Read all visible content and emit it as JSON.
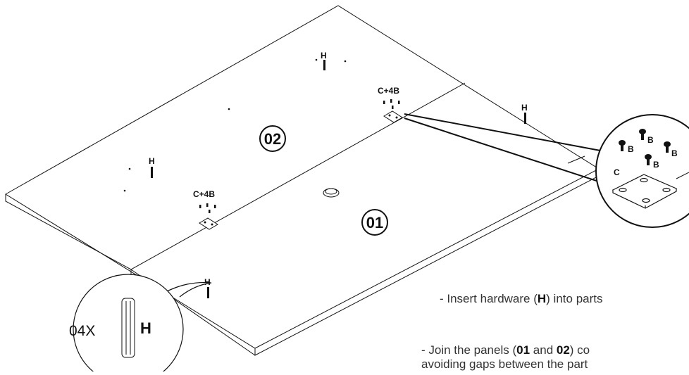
{
  "labels": {
    "part_top": "02",
    "part_bottom": "01",
    "h": "H",
    "c4b": "C+4B",
    "zoom_b": "B",
    "zoom_c": "C",
    "qty": "04X",
    "qty_part": "H"
  },
  "instructions": [
    {
      "pre": "- Insert hardware (",
      "b1": "H",
      "mid": ") into parts",
      "b2": "",
      "post": ""
    },
    {
      "pre": "- Join the panels (",
      "b1": "01",
      "mid": " and ",
      "b2": "02",
      "post": ") co"
    },
    {
      "pre": "avoiding gaps between the part",
      "b1": "",
      "mid": "",
      "b2": "",
      "post": ""
    }
  ],
  "colors": {
    "line": "#111111",
    "text": "#333333"
  }
}
